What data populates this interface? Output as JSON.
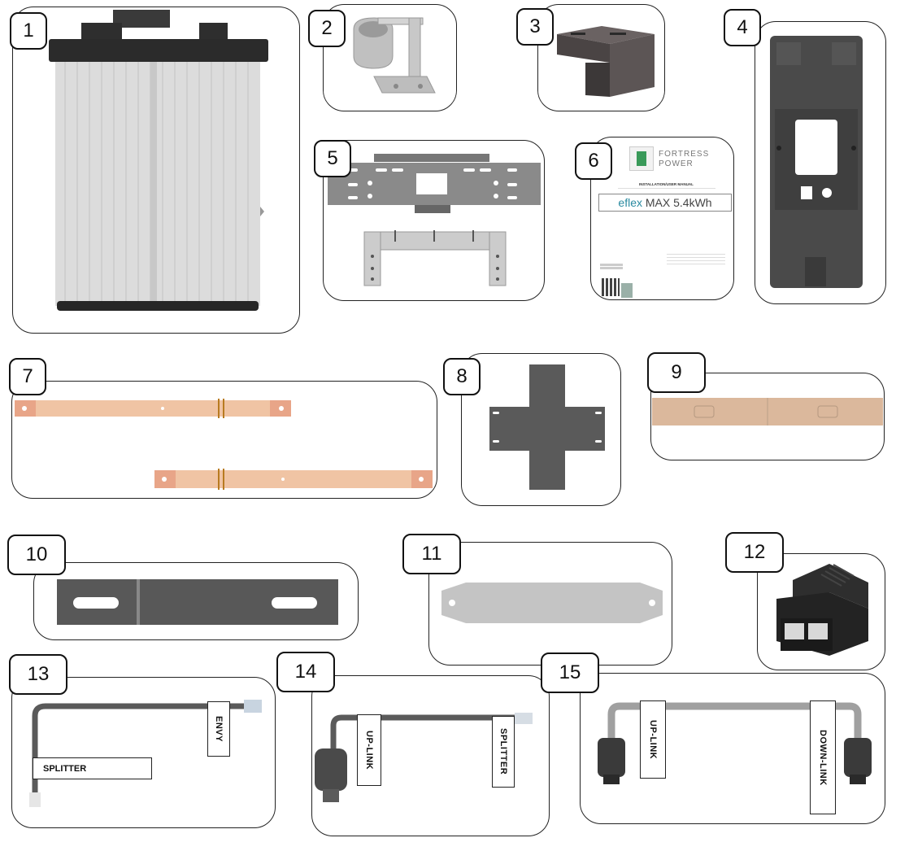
{
  "item_numbers": [
    "1",
    "2",
    "3",
    "4",
    "5",
    "6",
    "7",
    "8",
    "9",
    "10",
    "11",
    "12",
    "13",
    "14",
    "15"
  ],
  "manual": {
    "brand_line1": "FORTRESS",
    "brand_line2": "POWER",
    "doc_type": "INSTALLATION/USER MANUAL",
    "product_prefix": "eflex",
    "product_name": " MAX 5.4kWh"
  },
  "cables": {
    "item13_label_a": "ENVY",
    "item13_label_b": "SPLITTER",
    "item14_label_a": "UP-LINK",
    "item14_label_b": "SPLITTER",
    "item15_label_a": "UP-LINK",
    "item15_label_b": "DOWN-LINK"
  },
  "colors": {
    "copper": "#f0c4a4",
    "steel_dark": "#5a5a5a",
    "steel_light": "#c6c6c6",
    "cable_gray": "#7a7a7a",
    "brand_green": "#3a9a5a"
  }
}
